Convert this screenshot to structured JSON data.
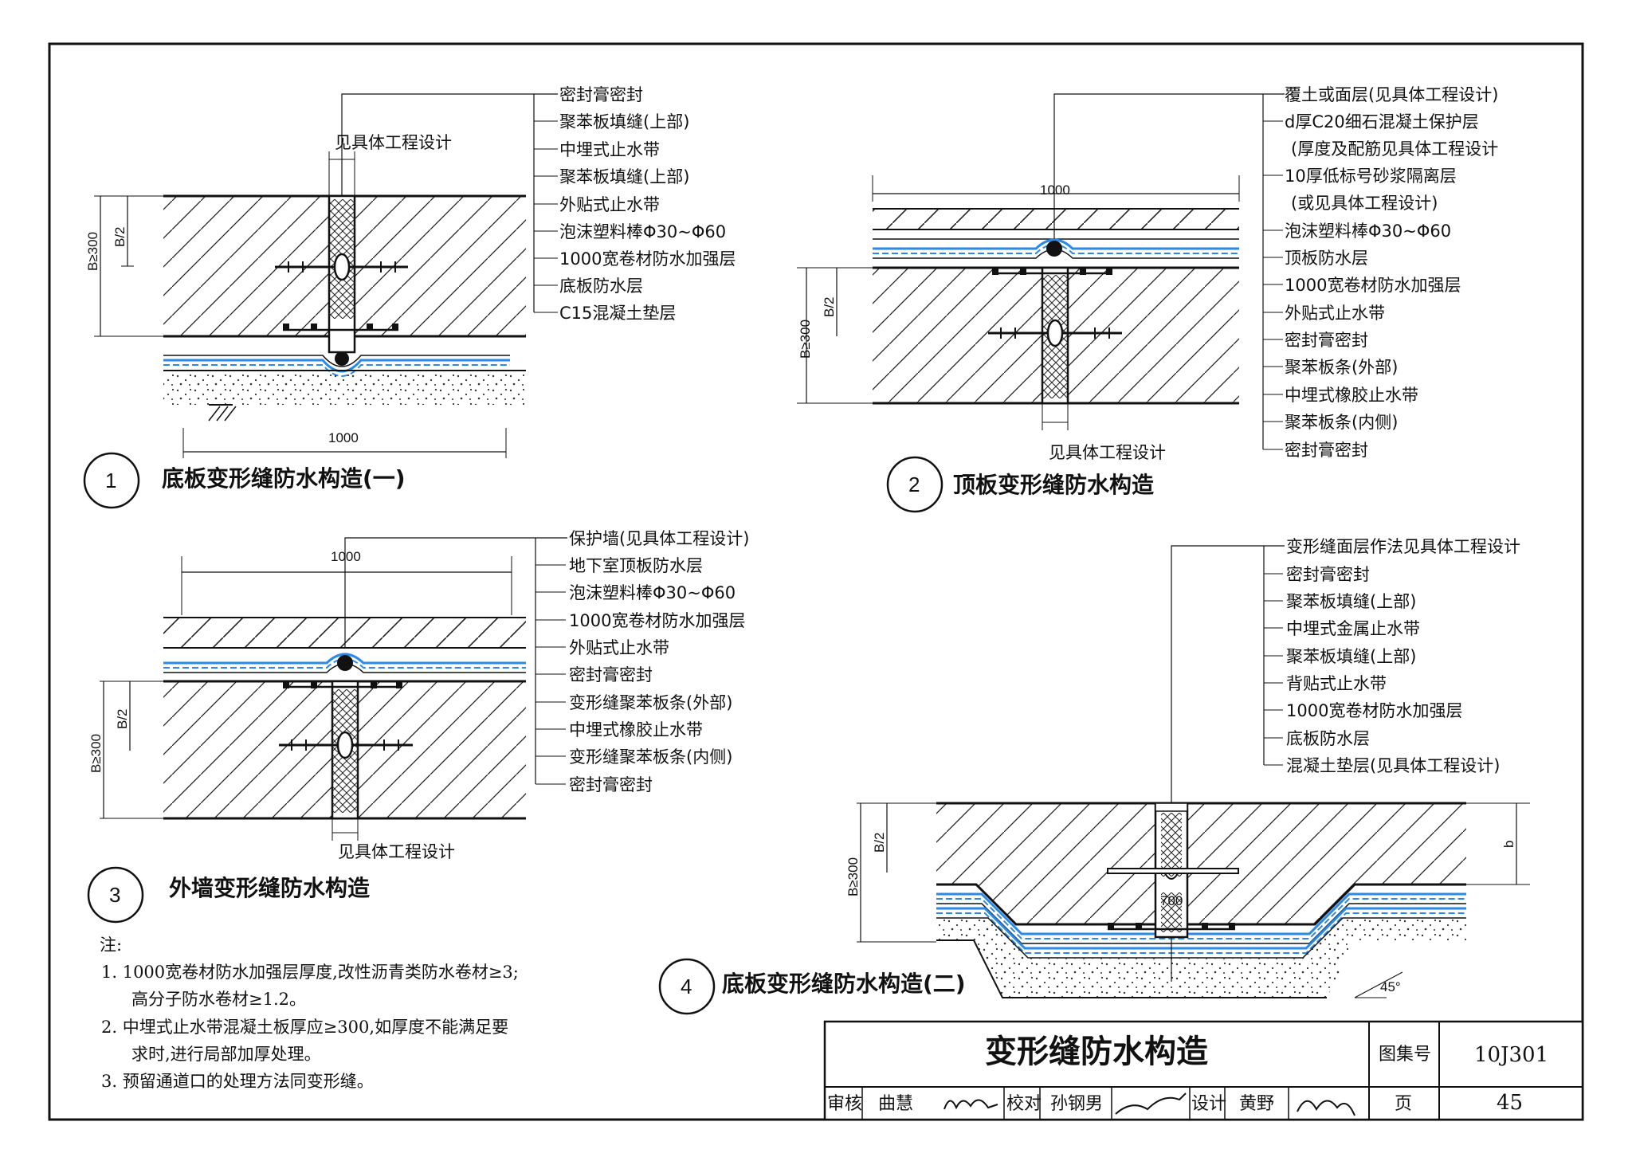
{
  "detail1": {
    "number": "1",
    "title": "底板变形缝防水构造(一)",
    "callouts": [
      "密封膏密封",
      "聚苯板填缝(上部)",
      "中埋式止水带",
      "聚苯板填缝(上部)",
      "外贴式止水带",
      "泡沫塑料棒Φ30~Φ60",
      "1000宽卷材防水加强层",
      "底板防水层",
      "C15混凝土垫层"
    ],
    "note_label": "见具体工程设计",
    "dim_width": "1000",
    "dim_thick": "B≥300",
    "dim_half": "B/2"
  },
  "detail2": {
    "number": "2",
    "title": "顶板变形缝防水构造",
    "callouts": [
      "覆土或面层(见具体工程设计)",
      "d厚C20细石混凝土保护层",
      "(厚度及配筋见具体工程设计",
      "10厚低标号砂浆隔离层",
      "(或见具体工程设计)",
      "泡沫塑料棒Φ30~Φ60",
      "顶板防水层",
      "1000宽卷材防水加强层",
      "外贴式止水带",
      "密封膏密封",
      "聚苯板条(外部)",
      "中埋式橡胶止水带",
      "聚苯板条(内侧)",
      "密封膏密封"
    ],
    "note_label": "见具体工程设计",
    "dim_width": "1000",
    "dim_thick": "B≥300",
    "dim_half": "B/2"
  },
  "detail3": {
    "number": "3",
    "title": "外墙变形缝防水构造",
    "callouts": [
      "保护墙(见具体工程设计)",
      "地下室顶板防水层",
      "泡沫塑料棒Φ30~Φ60",
      "1000宽卷材防水加强层",
      "外贴式止水带",
      "密封膏密封",
      "变形缝聚苯板条(外部)",
      "中埋式橡胶止水带",
      "变形缝聚苯板条(内侧)",
      "密封膏密封"
    ],
    "note_label": "见具体工程设计",
    "dim_width": "1000",
    "dim_thick": "B≥300",
    "dim_half": "B/2"
  },
  "detail4": {
    "number": "4",
    "title": "底板变形缝防水构造(二)",
    "callouts": [
      "变形缝面层作法见具体工程设计",
      "密封膏密封",
      "聚苯板填缝(上部)",
      "中埋式金属止水带",
      "聚苯板填缝(上部)",
      "背贴式止水带",
      "1000宽卷材防水加强层",
      "底板防水层",
      "混凝土垫层(见具体工程设计)"
    ],
    "dim_thick": "B≥300",
    "dim_half": "B/2",
    "dim_b": "b",
    "dim_700": "700",
    "angle": "45°"
  },
  "notes": {
    "heading": "注:",
    "lines": [
      "1. 1000宽卷材防水加强层厚度,改性沥青类防水卷材≥3;",
      "高分子防水卷材≥1.2。",
      "2. 中埋式止水带混凝土板厚应≥300,如厚度不能满足要",
      "求时,进行局部加厚处理。",
      "3. 预留通道口的处理方法同变形缝。"
    ]
  },
  "titleblock": {
    "drawing_title": "变形缝防水构造",
    "atlas_label": "图集号",
    "atlas_code": "10J301",
    "page_label": "页",
    "page_number": "45",
    "review_label": "审核",
    "review_name": "曲慧",
    "check_label": "校对",
    "check_name": "孙钢男",
    "design_label": "设计",
    "design_name": "黄野"
  },
  "colors": {
    "line": "#111111",
    "membrane": "#2b8ae8"
  }
}
